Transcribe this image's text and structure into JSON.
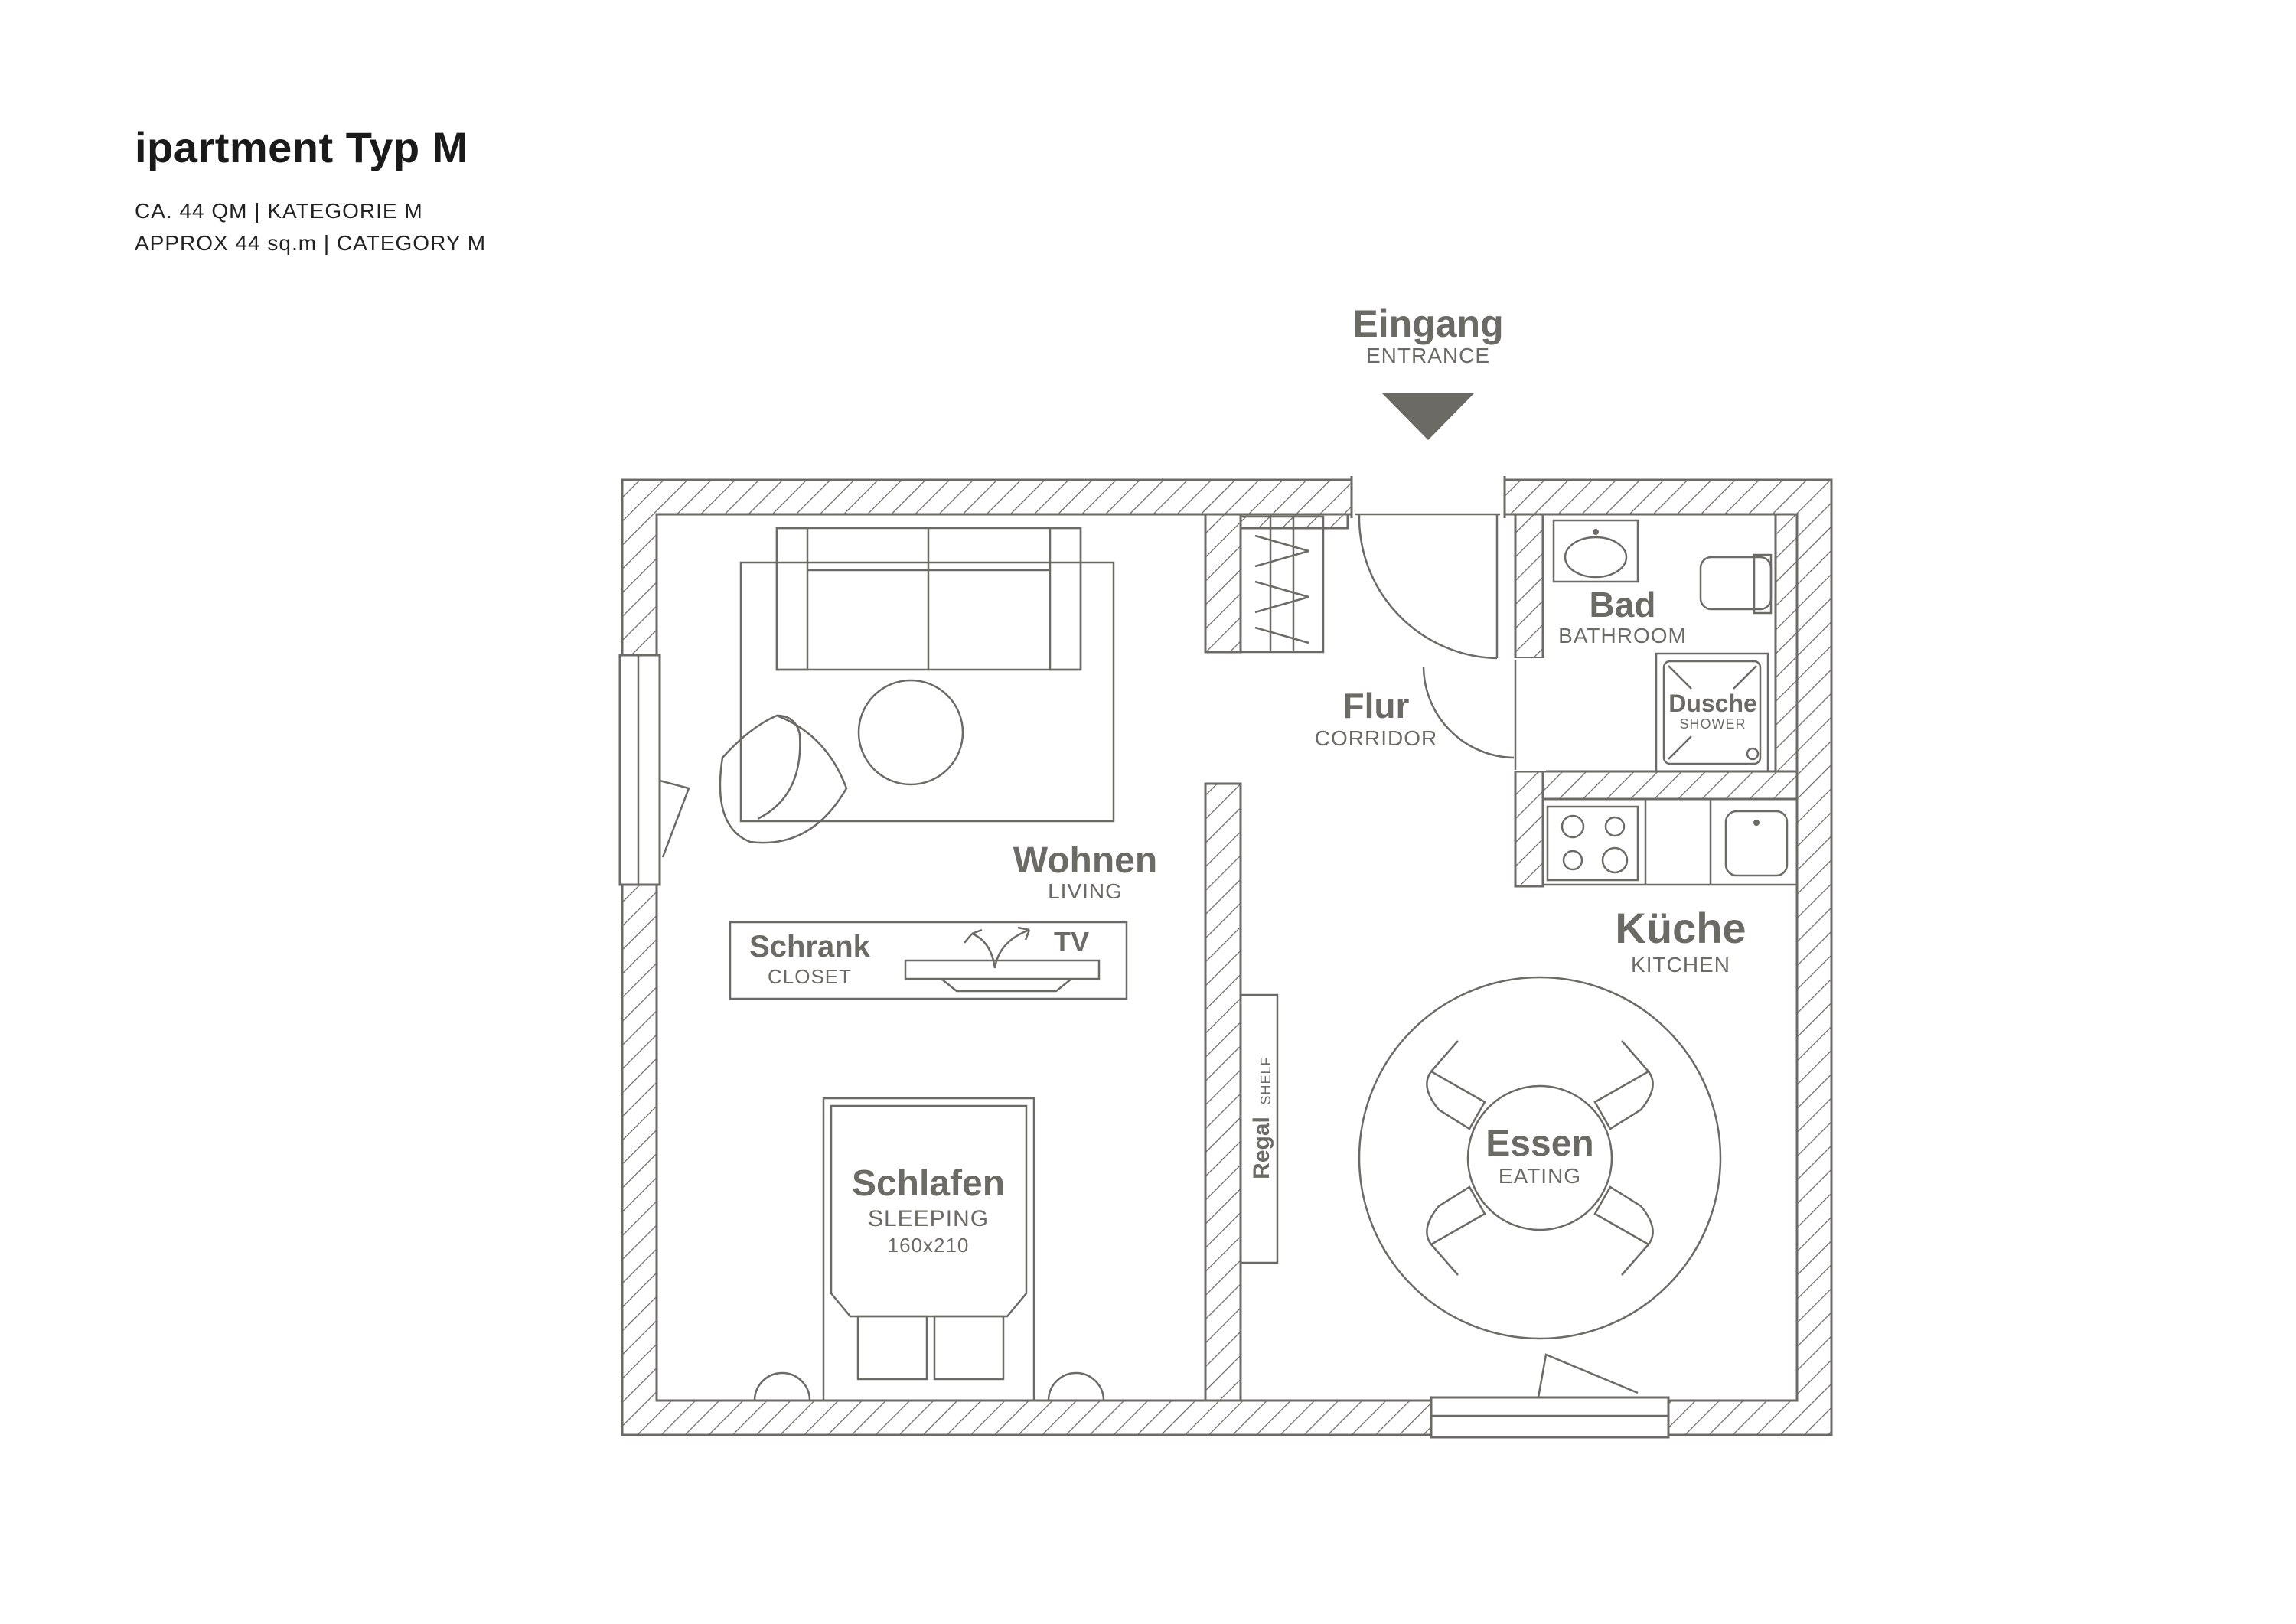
{
  "header": {
    "title": "ipartment Typ M",
    "line1": "CA. 44 QM | KATEGORIE M",
    "line2": "APPROX 44 sq.m | CATEGORY M"
  },
  "entrance": {
    "label": "Eingang",
    "sub": "ENTRANCE"
  },
  "rooms": {
    "bathroom": {
      "label": "Bad",
      "sub": "BATHROOM"
    },
    "shower": {
      "label": "Dusche",
      "sub": "SHOWER"
    },
    "corridor": {
      "label": "Flur",
      "sub": "CORRIDOR"
    },
    "living": {
      "label": "Wohnen",
      "sub": "LIVING"
    },
    "closet": {
      "label": "Schrank",
      "sub": "CLOSET"
    },
    "tv": {
      "label": "TV"
    },
    "kitchen": {
      "label": "Küche",
      "sub": "KITCHEN"
    },
    "shelf": {
      "label": "Regal",
      "sub": "SHELF"
    },
    "eating": {
      "label": "Essen",
      "sub": "EATING"
    },
    "sleeping": {
      "label": "Schlafen",
      "sub": "SLEEPING",
      "size": "160x210"
    }
  },
  "colors": {
    "line": "#6b6a64",
    "text": "#1a1a1a"
  }
}
